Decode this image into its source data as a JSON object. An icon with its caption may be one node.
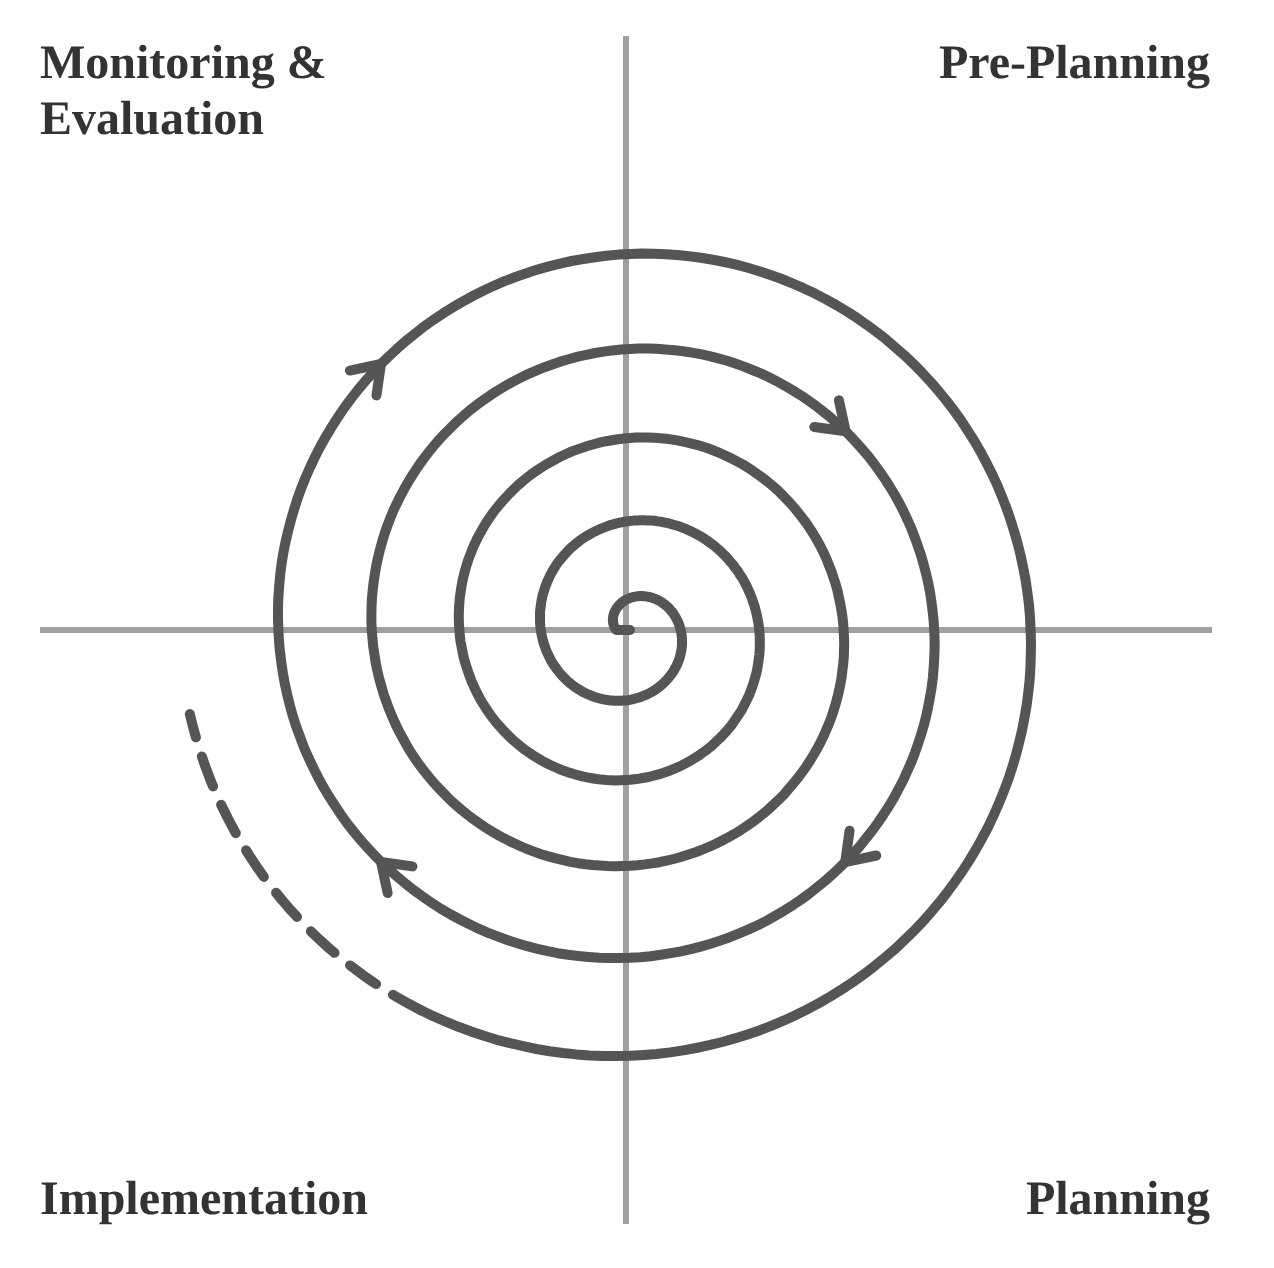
{
  "diagram": {
    "labels": [
      "Monitoring & Evaluation",
      "Pre-Planning",
      "Implementation",
      "Planning"
    ]
  }
}
